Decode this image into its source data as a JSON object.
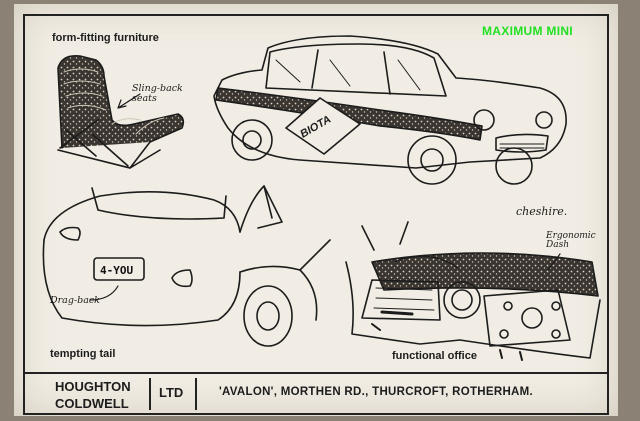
{
  "headline": {
    "text": "MAXIMUM MINI",
    "color": "#22e022"
  },
  "sections": {
    "furniture": {
      "title": "form-fitting furniture",
      "note": "Sling-back seats"
    },
    "car": {
      "badge": "BIOTA"
    },
    "tail": {
      "title": "tempting tail",
      "note": "Drag-back",
      "plate": "4-YOU"
    },
    "office": {
      "title": "functional office",
      "note": "Ergonomic Dash",
      "signature": "cheshire."
    }
  },
  "footer": {
    "company_line1": "HOUGHTON",
    "company_line2": "COLDWELL",
    "suffix": "LTD",
    "address": "'AVALON', MORTHEN RD., THURCROFT, ROTHERHAM."
  }
}
